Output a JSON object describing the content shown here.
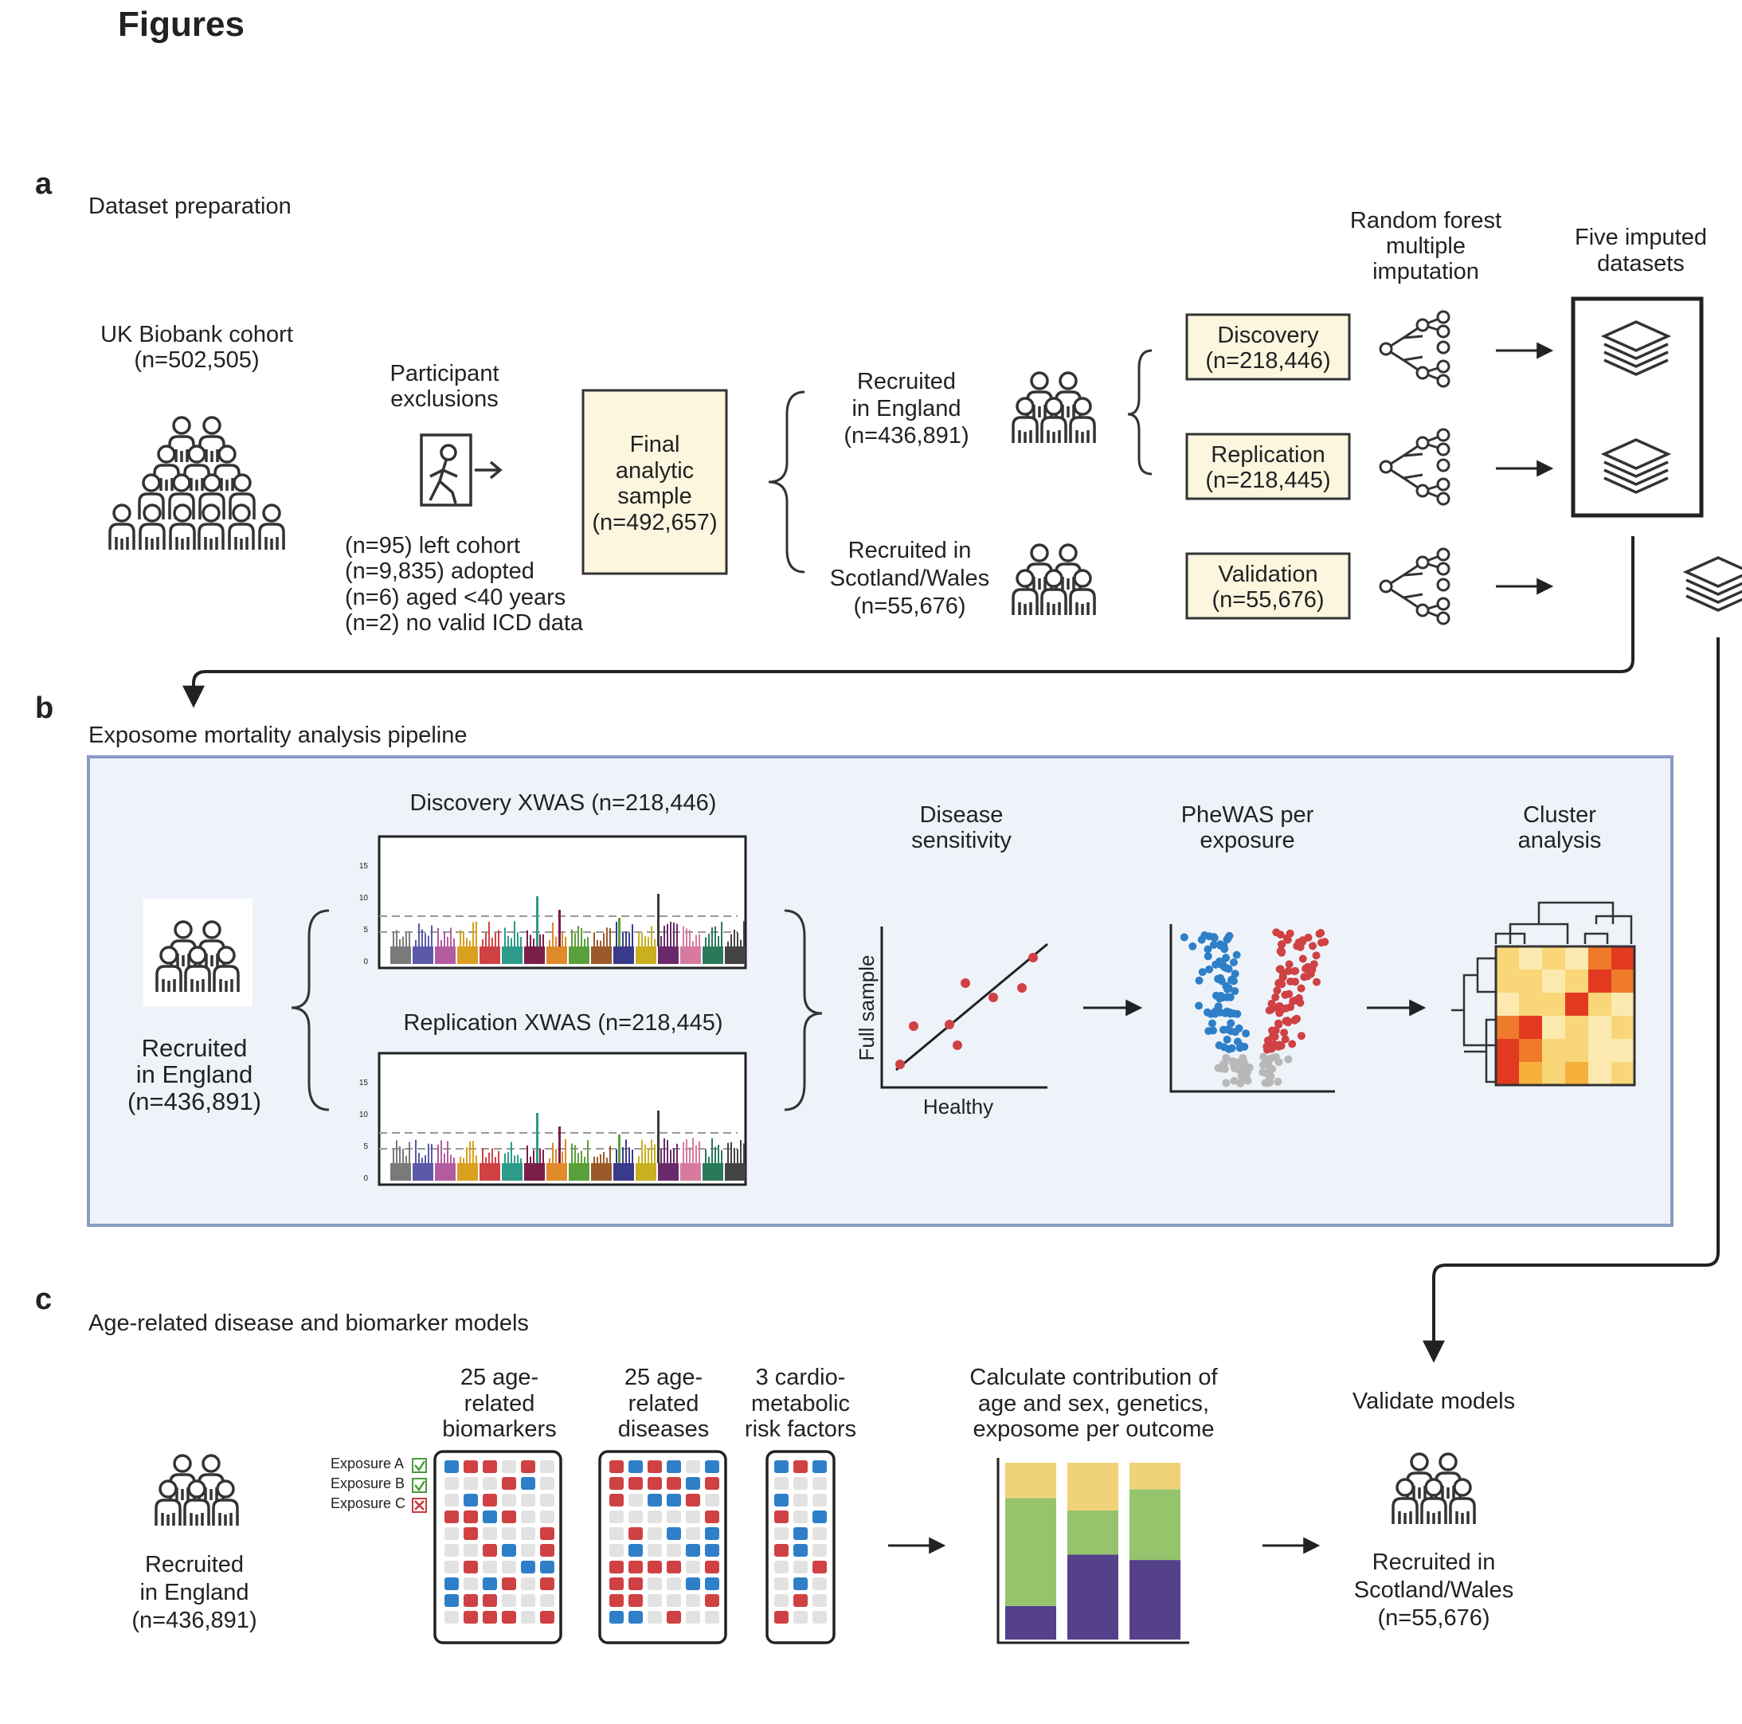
{
  "title": "Figures",
  "panel_a": {
    "letter": "a",
    "heading": "Dataset preparation",
    "cohort": {
      "line1": "UK Biobank cohort",
      "line2": "(n=502,505)"
    },
    "exclusions_title": {
      "line1": "Participant",
      "line2": "exclusions"
    },
    "exclusions": [
      "(n=95) left cohort",
      "(n=9,835) adopted",
      "(n=6) aged <40 years",
      "(n=2) no valid ICD data"
    ],
    "final_sample": {
      "line1": "Final",
      "line2": "analytic",
      "line3": "sample",
      "line4": "(n=492,657)"
    },
    "england": {
      "line1": "Recruited",
      "line2": "in England",
      "line3": "(n=436,891)"
    },
    "scotland": {
      "line1": "Recruited in",
      "line2": "Scotland/Wales",
      "line3": "(n=55,676)"
    },
    "discovery": {
      "line1": "Discovery",
      "line2": "(n=218,446)"
    },
    "replication": {
      "line1": "Replication",
      "line2": "(n=218,445)"
    },
    "validation": {
      "line1": "Validation",
      "line2": "(n=55,676)"
    },
    "rf_title": {
      "line1": "Random forest",
      "line2": "multiple",
      "line3": "imputation"
    },
    "imputed_title": {
      "line1": "Five imputed",
      "line2": "datasets"
    }
  },
  "panel_b": {
    "letter": "b",
    "heading": "Exposome mortality analysis pipeline",
    "england": {
      "line1": "Recruited",
      "line2": "in England",
      "line3": "(n=436,891)"
    },
    "discovery_xwas": "Discovery XWAS (n=218,446)",
    "replication_xwas": "Replication XWAS (n=218,445)",
    "manhattan_yticks": [
      "15",
      "10",
      "5",
      "0"
    ],
    "disease_title": {
      "line1": "Disease",
      "line2": "sensitivity"
    },
    "disease_xlabel": "Healthy",
    "disease_ylabel": "Full sample",
    "phewas_title": {
      "line1": "PheWAS per",
      "line2": "exposure"
    },
    "cluster_title": {
      "line1": "Cluster",
      "line2": "analysis"
    }
  },
  "panel_c": {
    "letter": "c",
    "heading": "Age-related disease and biomarker models",
    "england": {
      "line1": "Recruited",
      "line2": "in England",
      "line3": "(n=436,891)"
    },
    "biomarkers": {
      "line1": "25 age-",
      "line2": "related",
      "line3": "biomarkers"
    },
    "diseases": {
      "line1": "25 age-",
      "line2": "related",
      "line3": "diseases"
    },
    "risk": {
      "line1": "3 cardio-",
      "line2": "metabolic",
      "line3": "risk factors"
    },
    "exposures": [
      "Exposure A",
      "Exposure B",
      "Exposure C"
    ],
    "contribution": {
      "line1": "Calculate contribution of",
      "line2": "age and sex, genetics,",
      "line3": "exposome per outcome"
    },
    "validate": "Validate models",
    "scotland": {
      "line1": "Recruited in",
      "line2": "Scotland/Wales",
      "line3": "(n=55,676)"
    }
  },
  "colors": {
    "box_fill": "#fdf6df",
    "panel_b_bg": "#eef3f9",
    "panel_b_border": "#8a9bc4",
    "red": "#d04143",
    "blue": "#2f7fc8",
    "grey_cell": "#e2e2e2",
    "bar_yellow": "#f0d27a",
    "bar_green": "#95c46d",
    "bar_purple": "#55408a"
  }
}
